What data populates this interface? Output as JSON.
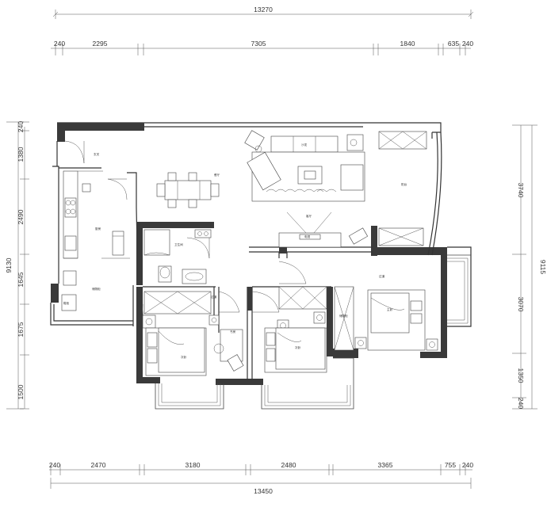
{
  "dimensions": {
    "top_total": "13270",
    "top_segments": [
      "240",
      "2295",
      "7305",
      "1840",
      "635",
      "240"
    ],
    "bottom_total": "13450",
    "bottom_segments": [
      "240",
      "2470",
      "3180",
      "2480",
      "3365",
      "755",
      "240"
    ],
    "left_total": "9130",
    "left_segments": [
      "240",
      "1380",
      "2490",
      "1645",
      "1675",
      "1500"
    ],
    "right_total": "9115",
    "right_segments": [
      "3740",
      "3070",
      "1350",
      "240"
    ]
  },
  "rooms": {
    "entrance": "玄关",
    "kitchen": "厨房",
    "dining": "餐厅",
    "living": "客厅",
    "balcony": "阳台",
    "bathroom": "卫生间",
    "master_bedroom": "主卧",
    "second_bedroom": "次卧",
    "study": "书房",
    "corridor": "过道",
    "storage": "储物柜",
    "sofa": "沙发",
    "tv": "电视",
    "shoe_cabinet": "鞋柜"
  }
}
